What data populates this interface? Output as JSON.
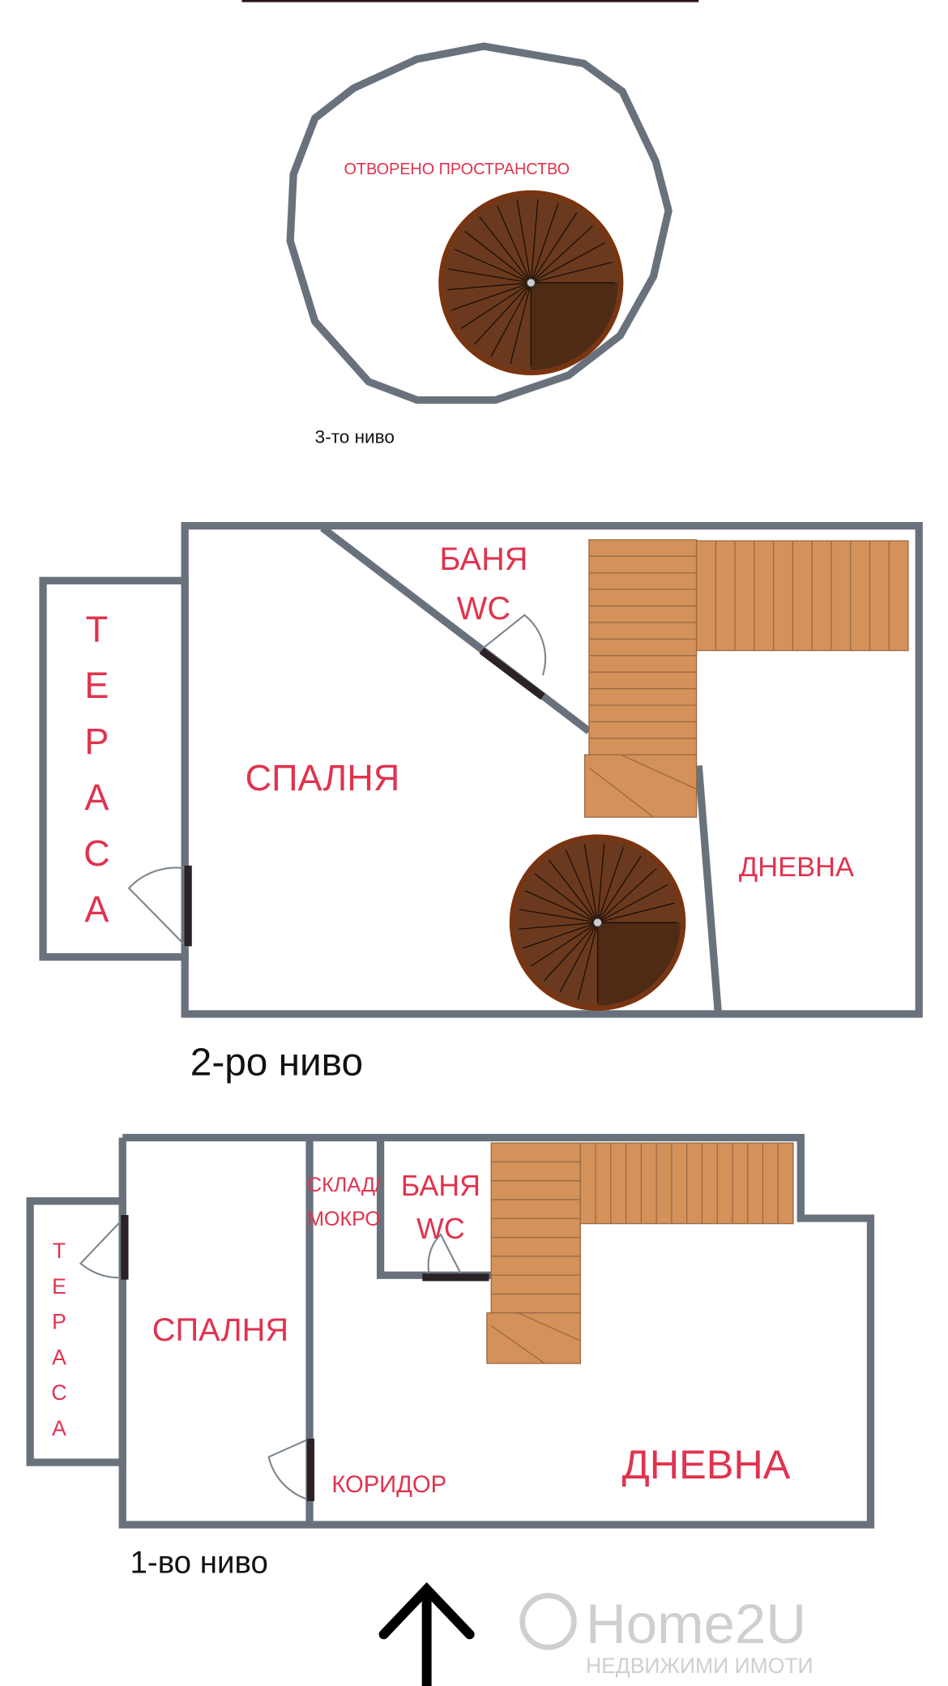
{
  "level3": {
    "title": "3-то ниво",
    "rooms": {
      "open_space": "ОТВОРЕНО ПРОСТРАНСТВО"
    }
  },
  "level2": {
    "title": "2-ро ниво",
    "rooms": {
      "terrace": [
        "Т",
        "Е",
        "Р",
        "А",
        "С",
        "А"
      ],
      "bedroom": "СПАЛНЯ",
      "bath": "БАНЯ",
      "wc": "WC",
      "living": "ДНЕВНА"
    }
  },
  "level1": {
    "title": "1-во ниво",
    "rooms": {
      "terrace": [
        "Т",
        "Е",
        "Р",
        "А",
        "С",
        "А"
      ],
      "bedroom": "СПАЛНЯ",
      "storage_line1": "СКЛАД/",
      "storage_line2": "МОКРО",
      "bath": "БАНЯ",
      "wc": "WC",
      "corridor": "КОРИДОР",
      "living": "ДНЕВНА"
    }
  },
  "watermark": {
    "brand": "Home2U",
    "tagline": "НЕДВИЖИМИ ИМОТИ"
  },
  "colors": {
    "wall": "#69727c",
    "label": "#e0334f",
    "stairs": "#d4915a",
    "spiral_stairs": "#6b3a1e"
  },
  "icons": {
    "entrance": "arrow-up-icon"
  }
}
